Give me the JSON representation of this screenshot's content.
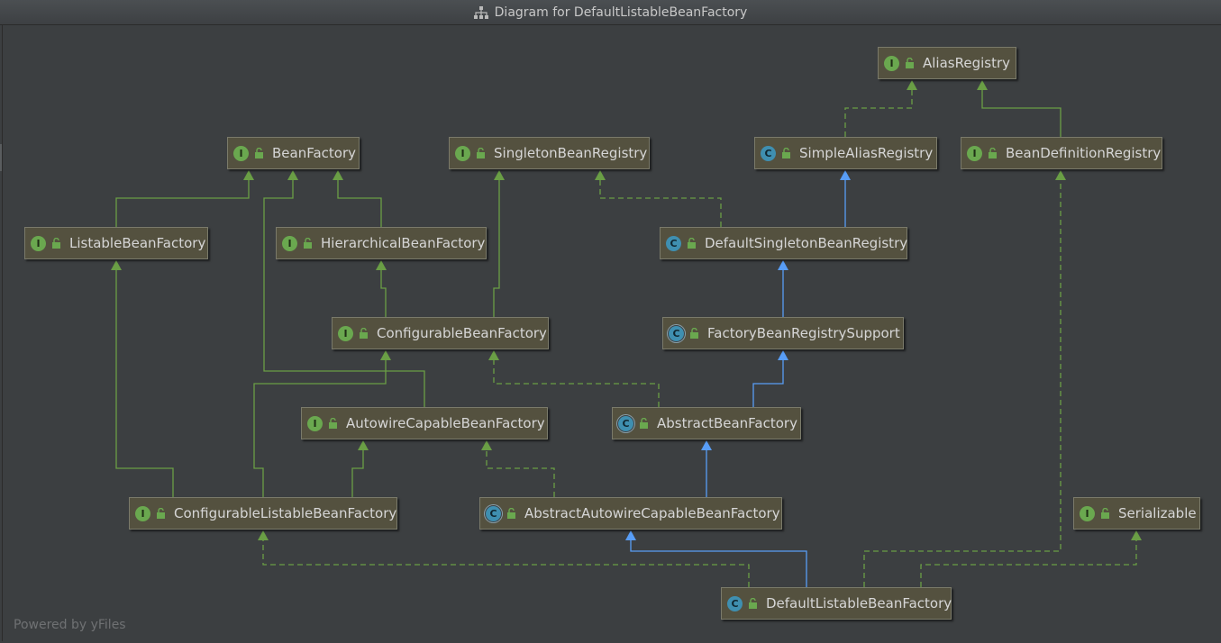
{
  "window": {
    "title": "Diagram for DefaultListableBeanFactory"
  },
  "footer": {
    "text": "Powered by yFiles"
  },
  "colors": {
    "inheritance_interface": "#6a9e45",
    "inheritance_class": "#589df6",
    "node_fill": "#54513f",
    "badge_interface": "#6aa84f",
    "badge_class": "#3f8fb0"
  },
  "nodes": {
    "alias_registry": {
      "label": "AliasRegistry",
      "kind": "I"
    },
    "bean_factory": {
      "label": "BeanFactory",
      "kind": "I"
    },
    "singleton_bean_registry": {
      "label": "SingletonBeanRegistry",
      "kind": "I"
    },
    "simple_alias_registry": {
      "label": "SimpleAliasRegistry",
      "kind": "C"
    },
    "bean_definition_registry": {
      "label": "BeanDefinitionRegistry",
      "kind": "I"
    },
    "listable_bean_factory": {
      "label": "ListableBeanFactory",
      "kind": "I"
    },
    "hierarchical_bean_factory": {
      "label": "HierarchicalBeanFactory",
      "kind": "I"
    },
    "default_singleton_bean_registry": {
      "label": "DefaultSingletonBeanRegistry",
      "kind": "C"
    },
    "configurable_bean_factory": {
      "label": "ConfigurableBeanFactory",
      "kind": "I"
    },
    "factory_bean_registry_support": {
      "label": "FactoryBeanRegistrySupport",
      "kind": "C"
    },
    "autowire_capable_bean_factory": {
      "label": "AutowireCapableBeanFactory",
      "kind": "I"
    },
    "abstract_bean_factory": {
      "label": "AbstractBeanFactory",
      "kind": "C"
    },
    "configurable_listable_bean_factory": {
      "label": "ConfigurableListableBeanFactory",
      "kind": "I"
    },
    "abstract_autowire_capable_bean_factory": {
      "label": "AbstractAutowireCapableBeanFactory",
      "kind": "C"
    },
    "serializable": {
      "label": "Serializable",
      "kind": "I"
    },
    "default_listable_bean_factory": {
      "label": "DefaultListableBeanFactory",
      "kind": "C"
    }
  }
}
